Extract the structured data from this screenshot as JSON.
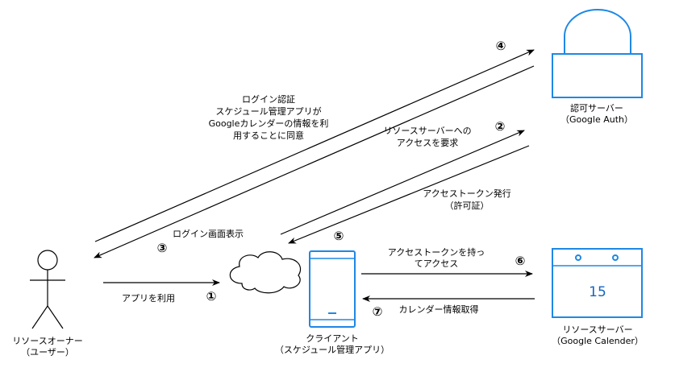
{
  "colors": {
    "accent": "#1e88e5",
    "line": "#000000"
  },
  "nodes": {
    "owner": {
      "icon": "stick-figure-icon",
      "label1": "リソースオーナー",
      "label2": "（ユーザー）"
    },
    "internet": {
      "icon": "cloud-icon"
    },
    "client": {
      "icon": "smartphone-icon",
      "label1": "クライアント",
      "label2": "（スケジュール管理アプリ）"
    },
    "auth": {
      "icon": "lock-icon",
      "label1": "認可サーバー",
      "label2": "（Google Auth）"
    },
    "resource": {
      "icon": "calendar-icon",
      "day": "15",
      "label1": "リソースサーバー",
      "label2": "（Google Calender）"
    }
  },
  "steps": [
    {
      "num": "①",
      "lines": [
        "アプリを利用"
      ]
    },
    {
      "num": "②",
      "lines": [
        "リソースサーバーへの",
        "アクセスを要求"
      ]
    },
    {
      "num": "③",
      "lines": [
        "ログイン画面表示"
      ]
    },
    {
      "num": "④",
      "lines": [
        "ログイン認証",
        "スケジュール管理アプリが",
        "Googleカレンダーの情報を利",
        "用することに同意"
      ]
    },
    {
      "num": "⑤",
      "lines": [
        "アクセストークン発行",
        "（許可証）"
      ]
    },
    {
      "num": "⑥",
      "lines": [
        "アクセストークンを持っ",
        "てアクセス"
      ]
    },
    {
      "num": "⑦",
      "lines": [
        "カレンダー情報取得"
      ]
    }
  ]
}
